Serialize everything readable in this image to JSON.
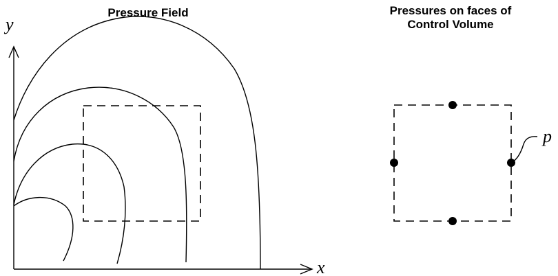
{
  "left_panel": {
    "title": "Pressure Field",
    "x_axis_label": "x",
    "y_axis_label": "y"
  },
  "right_panel": {
    "title_line1": "Pressures on faces of",
    "title_line2": "Control Volume",
    "point_label": "p"
  }
}
